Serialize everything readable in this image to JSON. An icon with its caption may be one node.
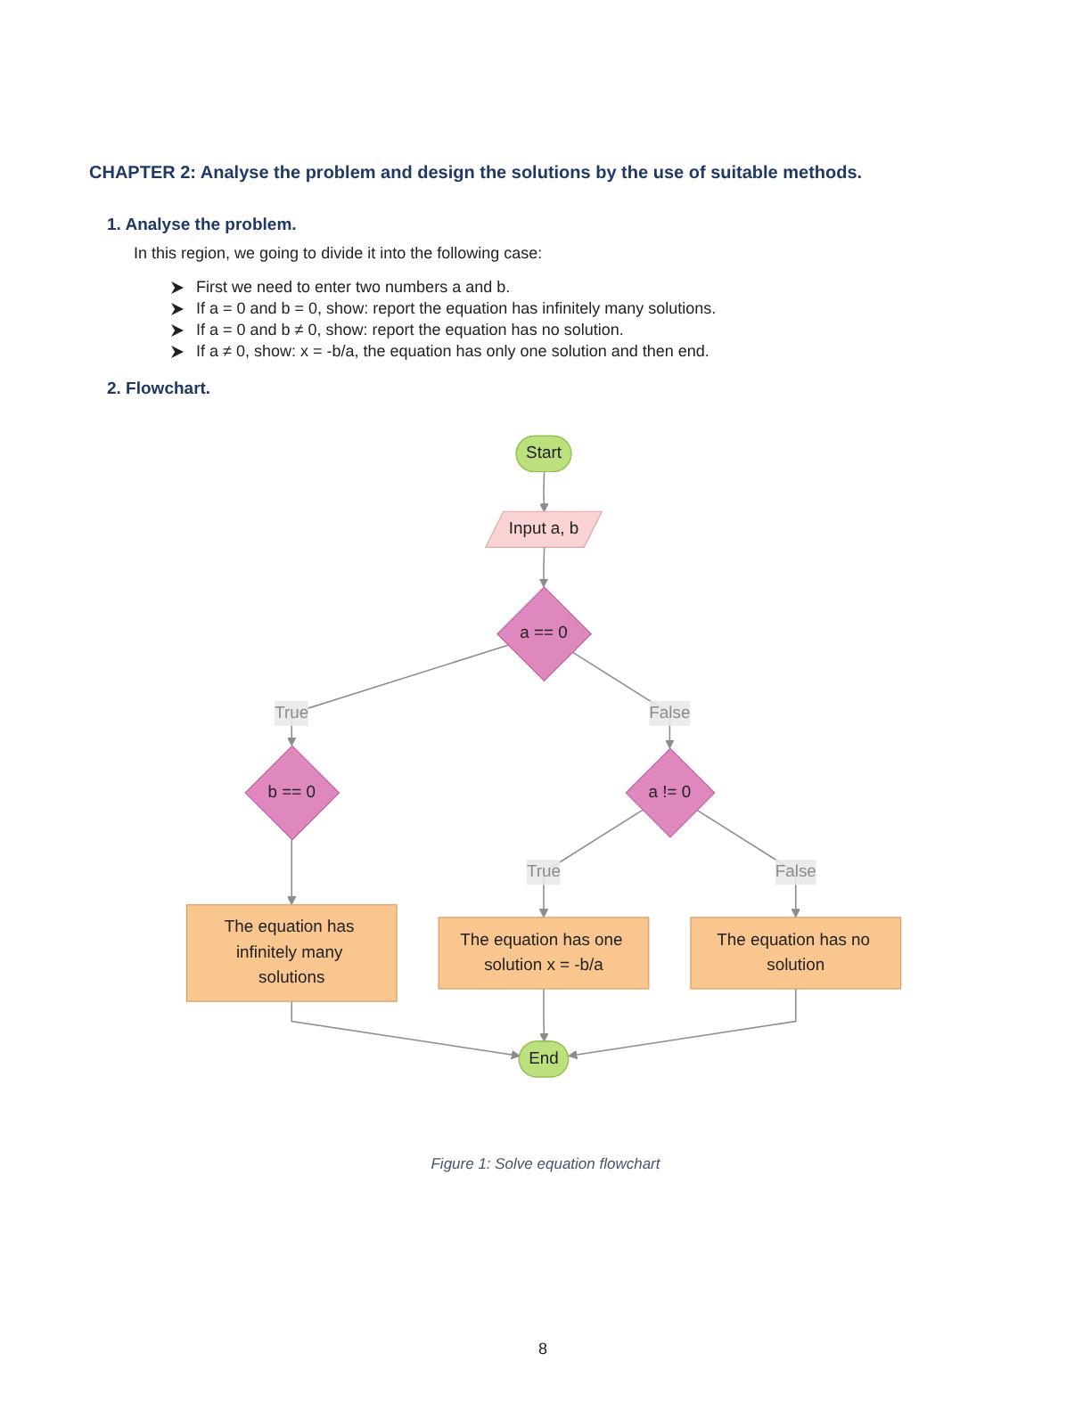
{
  "diagram": {
    "title": "CHAPTER 2: Analyse the problem and design the solutions by the use of suitable methods.",
    "caption": "Figure 1: Solve equation flowchart",
    "nodes": [
      {
        "text": [
          "Start"
        ]
      },
      {
        "text": [
          "Input a, b"
        ]
      },
      {
        "text": [
          "a == 0"
        ]
      },
      {
        "text": [
          "b == 0"
        ]
      },
      {
        "text": [
          "The equation has infinitely many solutions"
        ]
      },
      {
        "text": [
          "a != 0"
        ]
      },
      {
        "text": [
          "The equation has one solution x = -b/a"
        ]
      },
      {
        "text": [
          "The equation has no solution"
        ]
      },
      {
        "text": [
          "End"
        ]
      }
    ],
    "edges": [
      {
        "from": 0,
        "to": 1,
        "arrow": "to"
      },
      {
        "from": 1,
        "to": 2,
        "arrow": "to"
      },
      {
        "from": 2,
        "to": 3,
        "arrow": "to",
        "label": "True"
      },
      {
        "from": 3,
        "to": 4,
        "arrow": "to"
      },
      {
        "from": 2,
        "to": 5,
        "arrow": "to",
        "label": "False"
      },
      {
        "from": 5,
        "to": 6,
        "arrow": "to",
        "label": "True"
      },
      {
        "from": 5,
        "to": 7,
        "arrow": "to",
        "label": "False"
      },
      {
        "from": 7,
        "to": 8,
        "arrow": "to"
      },
      {
        "from": 4,
        "to": 8,
        "arrow": "to"
      },
      {
        "from": 6,
        "to": 8,
        "arrow": "to"
      }
    ],
    "labels": [
      "1. Analyse the problem.",
      "In this region, we going to divide it into the following case:",
      "First we need to enter two numbers a and b.",
      "If a = 0 and b = 0, show: report the equation has infinitely many solutions.",
      "If a = 0 and b ≠ 0, show: report the equation has no solution.",
      "If a ≠ 0, show: x = -b/a, the equation has only one solution and then end.",
      "2. Flowchart.",
      "8"
    ]
  }
}
